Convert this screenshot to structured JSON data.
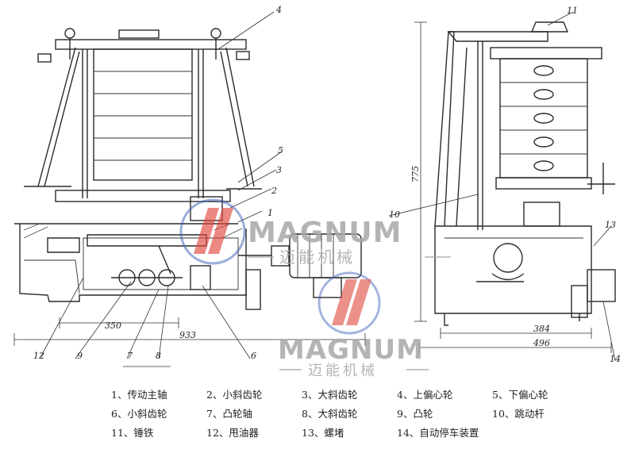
{
  "callouts": [
    "1",
    "2",
    "3",
    "4",
    "5",
    "6",
    "7",
    "8",
    "9",
    "10",
    "11",
    "12",
    "13",
    "14"
  ],
  "dimensions": {
    "left_inner": "350",
    "left_overall": "933",
    "right_height": "775",
    "right_inner": "384",
    "right_overall": "496"
  },
  "watermark": {
    "brand": "MAGNUM",
    "brand_cn": "迈能机械",
    "colors": {
      "red": "#e0463c",
      "blue": "#3a5eb8",
      "gray": "#a8a8a8"
    }
  },
  "legend": [
    [
      "1、传动主轴",
      "2、小斜齿轮",
      "3、大斜齿轮",
      "4、上偏心轮",
      "5、下偏心轮"
    ],
    [
      "6、小斜齿轮",
      "7、凸轮轴",
      "8、大斜齿轮",
      "9、凸轮",
      "10、跳动杆"
    ],
    [
      "11、锤铁",
      "12、甩油器",
      "13、螺堵",
      "14、自动停车装置"
    ]
  ]
}
